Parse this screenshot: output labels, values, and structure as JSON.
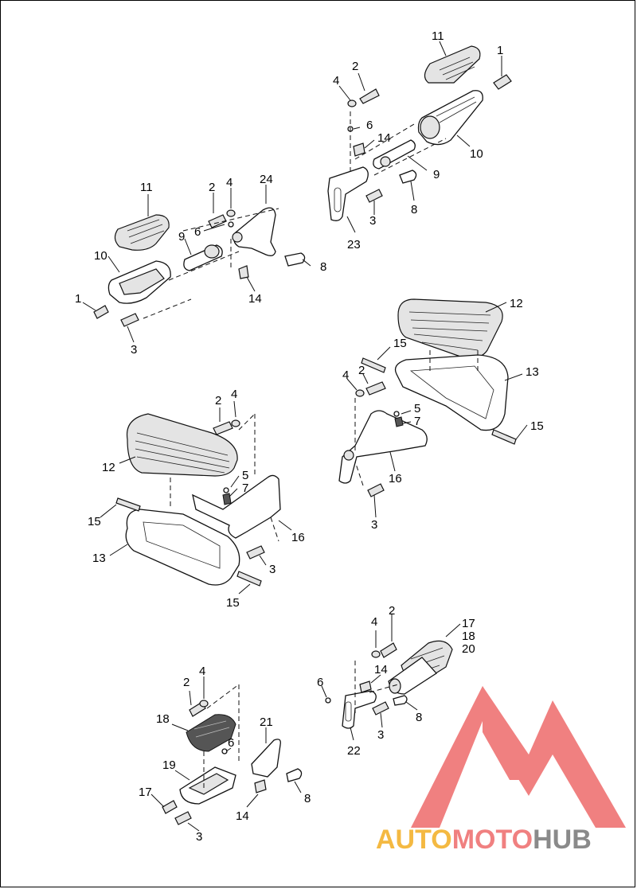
{
  "watermark": {
    "part1": "AUTO",
    "part2": "MOTO",
    "part3": "HUB",
    "colors": {
      "part1": "#f4b942",
      "part2": "#f08080",
      "part3": "#8a8a8a"
    }
  },
  "callouts": {
    "a_11": "11",
    "a_2": "2",
    "a_1": "1",
    "a_4": "4",
    "a_6": "6",
    "a_14": "14",
    "a_10": "10",
    "a_9": "9",
    "a_8": "8",
    "a_3": "3",
    "a_23": "23",
    "b_11": "11",
    "b_2": "2",
    "b_4": "4",
    "b_24": "24",
    "b_6": "6",
    "b_9": "9",
    "b_10": "10",
    "b_8": "8",
    "b_14": "14",
    "b_1": "1",
    "b_3": "3",
    "c_12": "12",
    "c_15a": "15",
    "c_4": "4",
    "c_2": "2",
    "c_13": "13",
    "c_5": "5",
    "c_7": "7",
    "c_15b": "15",
    "c_16": "16",
    "c_3": "3",
    "d_2": "2",
    "d_4": "4",
    "d_12": "12",
    "d_5": "5",
    "d_7": "7",
    "d_15a": "15",
    "d_16": "16",
    "d_13": "13",
    "d_3": "3",
    "d_15b": "15",
    "e_4": "4",
    "e_2": "2",
    "e_17": "17",
    "e_18": "18",
    "e_20": "20",
    "e_14": "14",
    "e_6": "6",
    "e_8": "8",
    "e_3": "3",
    "e_22": "22",
    "f_2": "2",
    "f_4": "4",
    "f_18": "18",
    "f_6": "6",
    "f_21": "21",
    "f_19": "19",
    "f_17": "17",
    "f_8": "8",
    "f_3": "3",
    "f_14": "14"
  }
}
